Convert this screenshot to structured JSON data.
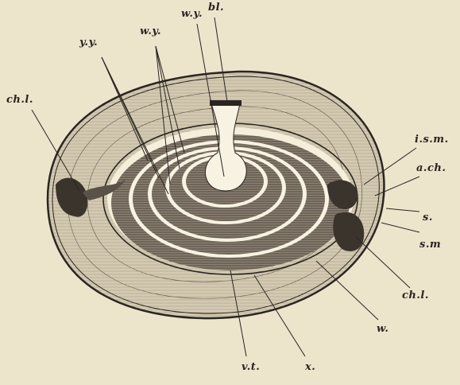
{
  "figure": {
    "labels": {
      "yy": "y.y.",
      "wy_left": "w.y.",
      "wy_center": "w.y.",
      "bl": "bl.",
      "chl_left": "ch.l.",
      "ism": "i.s.m.",
      "ach": "a.ch.",
      "s": "s.",
      "sm": "s.m",
      "chl_right": "ch.l.",
      "w": "w.",
      "vt": "v.t.",
      "x": "x."
    },
    "colors": {
      "paper": "#ede4cc",
      "ink": "#2a2520",
      "white_yolk": "#f7f2e2",
      "hatch": "#5a5248"
    }
  }
}
